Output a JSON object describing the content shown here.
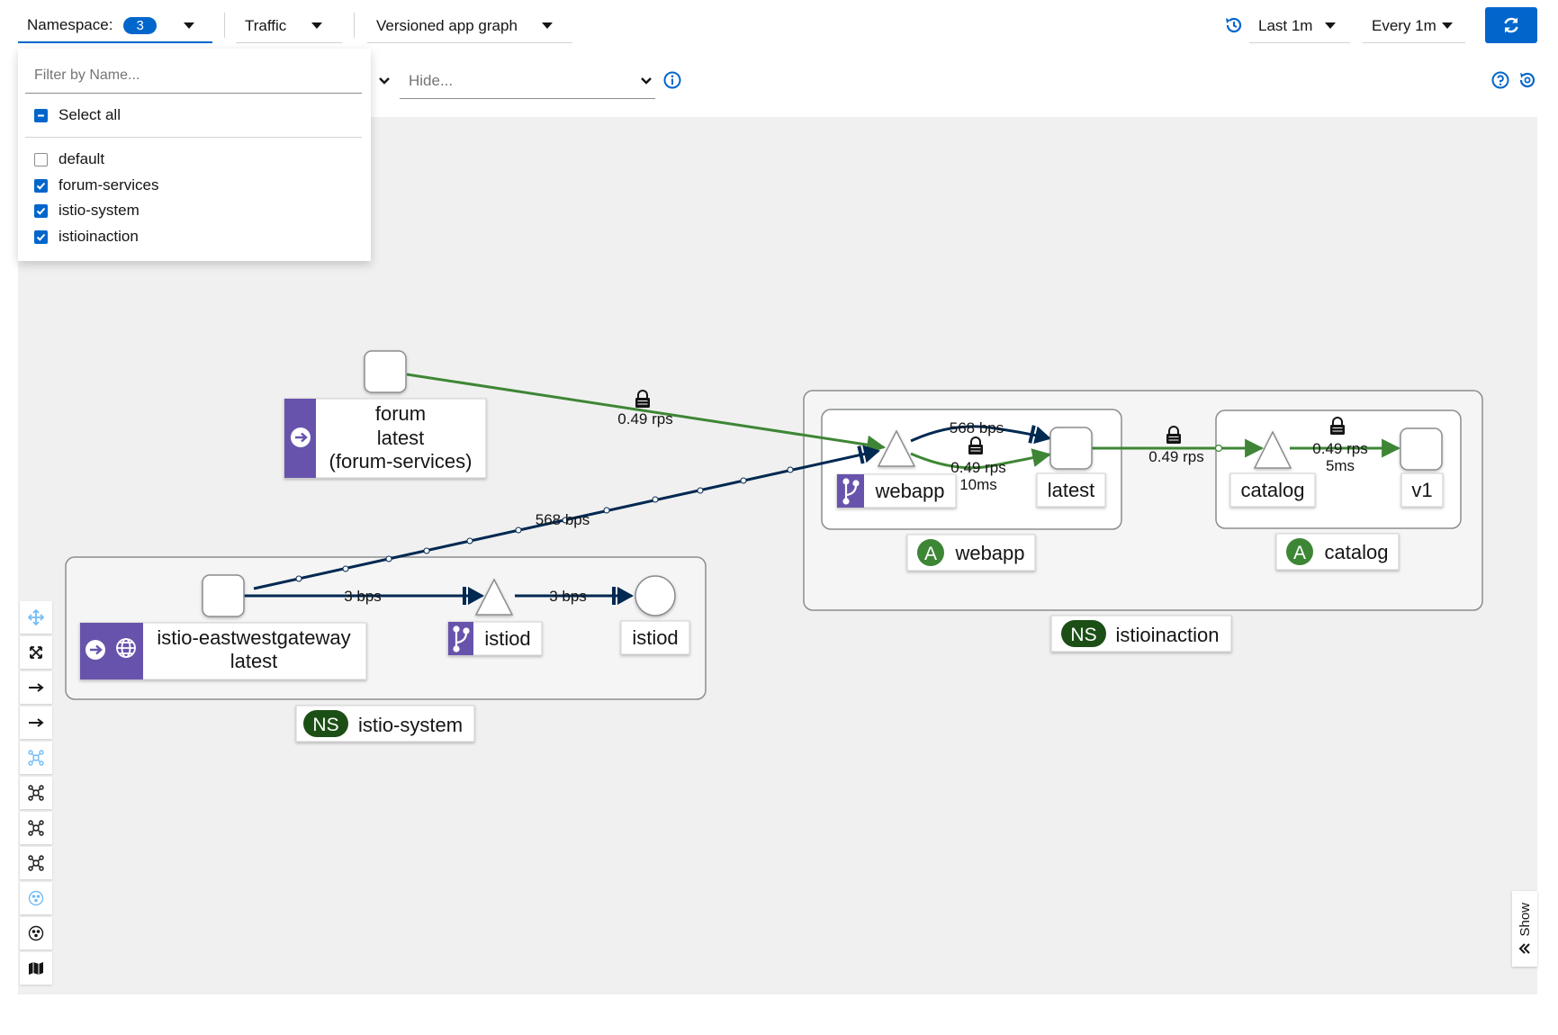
{
  "toolbar": {
    "namespace_label": "Namespace:",
    "namespace_count": "3",
    "traffic_label": "Traffic",
    "graph_type_label": "Versioned app graph",
    "duration_label": "Last 1m",
    "refresh_interval_label": "Every 1m"
  },
  "find_hide": {
    "hide_placeholder": "Hide..."
  },
  "namespace_dropdown": {
    "filter_placeholder": "Filter by Name...",
    "select_all_label": "Select all",
    "items": [
      {
        "label": "default",
        "checked": false
      },
      {
        "label": "forum-services",
        "checked": true
      },
      {
        "label": "istio-system",
        "checked": true
      },
      {
        "label": "istioinaction",
        "checked": true
      }
    ]
  },
  "graph": {
    "forum_node": {
      "lines": [
        "forum",
        "latest",
        "(forum-services)"
      ]
    },
    "edge_forum_webapp": "0.49 rps",
    "edge_gateway_webapp": "568 bps",
    "webapp_service": "webapp",
    "edge_webapp_latest_tcp": "568 bps",
    "edge_webapp_latest_http": "0.49 rps",
    "edge_webapp_latest_http_rt": "10ms",
    "webapp_workload": "latest",
    "edge_latest_catalog": "0.49 rps",
    "catalog_service": "catalog",
    "edge_catalog_v1": "0.49 rps",
    "edge_catalog_v1_rt": "5ms",
    "catalog_workload": "v1",
    "app_webapp_badge": "A",
    "app_webapp": "webapp",
    "app_catalog_badge": "A",
    "app_catalog": "catalog",
    "ns_istioinaction_badge": "NS",
    "ns_istioinaction": "istioinaction",
    "gateway_node": {
      "lines": [
        "istio-eastwestgateway",
        "latest"
      ]
    },
    "edge_gateway_istiod_svc": "3 bps",
    "istiod_service": "istiod",
    "edge_istiod_svc_wl": "3 bps",
    "istiod_workload": "istiod",
    "ns_istio_system_badge": "NS",
    "ns_istio_system": "istio-system"
  },
  "show_tab_label": "Show",
  "colors": {
    "accent_blue": "#0066cc",
    "edge_green": "#3e8635",
    "edge_navy": "#002952",
    "service_purple": "#6753ac",
    "ns_badge_green": "#1e4f18",
    "app_badge_green": "#3e8635"
  },
  "icons": {
    "history": "history-icon",
    "refresh": "refresh-icon",
    "info": "info-circle-icon",
    "help": "question-circle-icon",
    "replay": "replay-icon",
    "lock": "lock-icon",
    "virtual_service": "code-branch-icon",
    "ingress": "arrow-circle-right-icon",
    "gateway": "globe-icon"
  }
}
